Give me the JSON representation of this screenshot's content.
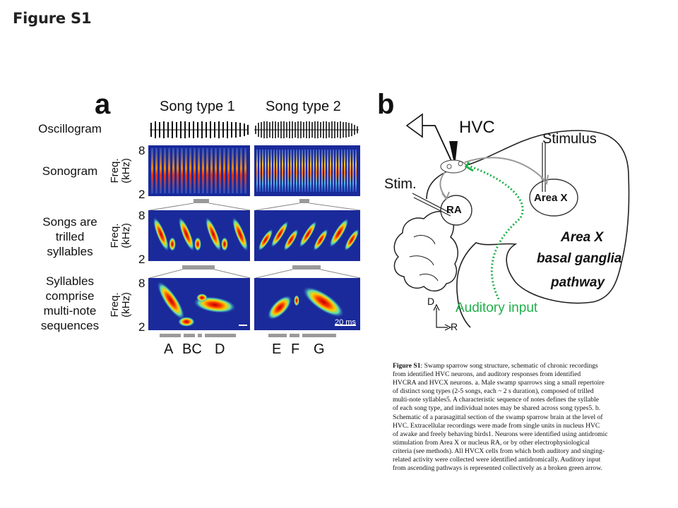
{
  "figure_title": "Figure S1",
  "panel_a": {
    "letter": "a",
    "song_types": [
      "Song type 1",
      "Song type 2"
    ],
    "rows": {
      "oscillogram": "Oscillogram",
      "sonogram": "Sonogram",
      "trilled": [
        "Songs are",
        "trilled",
        "syllables"
      ],
      "multinote": [
        "Syllables",
        "comprise",
        "multi-note",
        "sequences"
      ]
    },
    "freq_label": [
      "Freq.",
      "(kHz)"
    ],
    "y_top": "8",
    "y_bottom": "2",
    "scalebar": "20 ms",
    "notes": [
      "A",
      "BC",
      "D",
      "E",
      "F",
      "G"
    ]
  },
  "panel_b": {
    "letter": "b",
    "hvc": "HVC",
    "stimulus": "Stimulus",
    "stim": "Stim.",
    "ra": "RA",
    "area_x": "Area X",
    "pathway": [
      "Area X",
      "basal ganglia",
      "pathway"
    ],
    "auditory_input": "Auditory input",
    "axis_d": "D",
    "axis_r": "R"
  },
  "caption": {
    "label": "Figure S1",
    "lines": [
      ": Swamp sparrow song structure, schematic of chronic recordings",
      "from identified HVC neurons, and auditory responses from identified",
      "HVCRA and HVCX neurons.  a.  Male swamp sparrows sing a small repertoire",
      "of distinct song types (2-5 songs, each ~ 2 s duration), composed of trilled",
      "multi-note syllables5.  A characteristic sequence of notes defines the syllable",
      "of each song type, and individual notes may be shared across song types5.  b.",
      "Schematic of a parasagittal section of the swamp sparrow brain at the level of",
      "HVC.  Extracellular recordings were made from single units in nucleus HVC",
      "of awake and freely behaving birds1.  Neurons were identified using antidromic",
      "stimulation from Area X or nucleus RA, or by other electrophysiological",
      "criteria (see methods).  All HVCX cells from which both auditory and singing-",
      "related activity were collected were identified antidromically.  Auditory input",
      "from ascending pathways is represented collectively as a broken green arrow."
    ]
  },
  "colors": {
    "spectro_bg": "#1a2a9a",
    "arrow_green": "#22b04b",
    "arrow_gray": "#9a9a9a"
  }
}
